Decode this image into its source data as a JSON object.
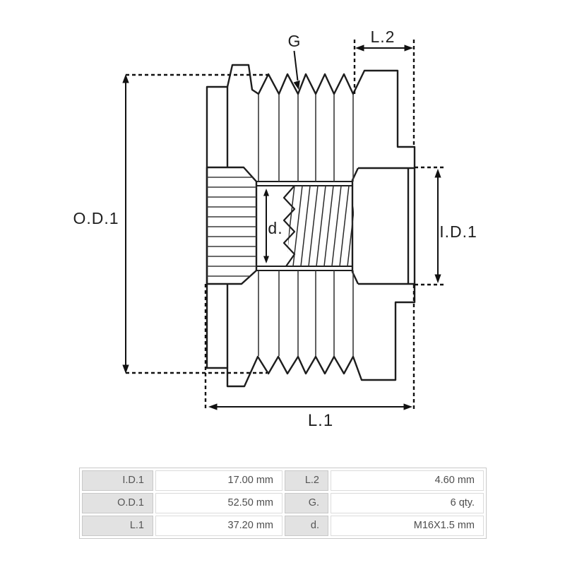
{
  "diagram": {
    "labels": {
      "g": "G",
      "l2": "L.2",
      "od1": "O.D.1",
      "id1": "I.D.1",
      "d": "d.",
      "l1": "L.1"
    },
    "colors": {
      "line": "#1d1d1d",
      "thin_line": "#3a3a3a"
    }
  },
  "spec_table": {
    "rows": [
      {
        "p1_label": "I.D.1",
        "p1_value": "17.00 mm",
        "p2_label": "L.2",
        "p2_value": "4.60 mm"
      },
      {
        "p1_label": "O.D.1",
        "p1_value": "52.50 mm",
        "p2_label": "G.",
        "p2_value": "6 qty."
      },
      {
        "p1_label": "L.1",
        "p1_value": "37.20 mm",
        "p2_label": "d.",
        "p2_value": "M16X1.5 mm"
      }
    ],
    "colors": {
      "label_cell_bg": "#e2e2e2",
      "label_cell_border": "#c8c8c8",
      "value_cell_border": "#dbdbdb",
      "outer_border": "#c9c9c9",
      "text": "#4d4d4d"
    }
  }
}
